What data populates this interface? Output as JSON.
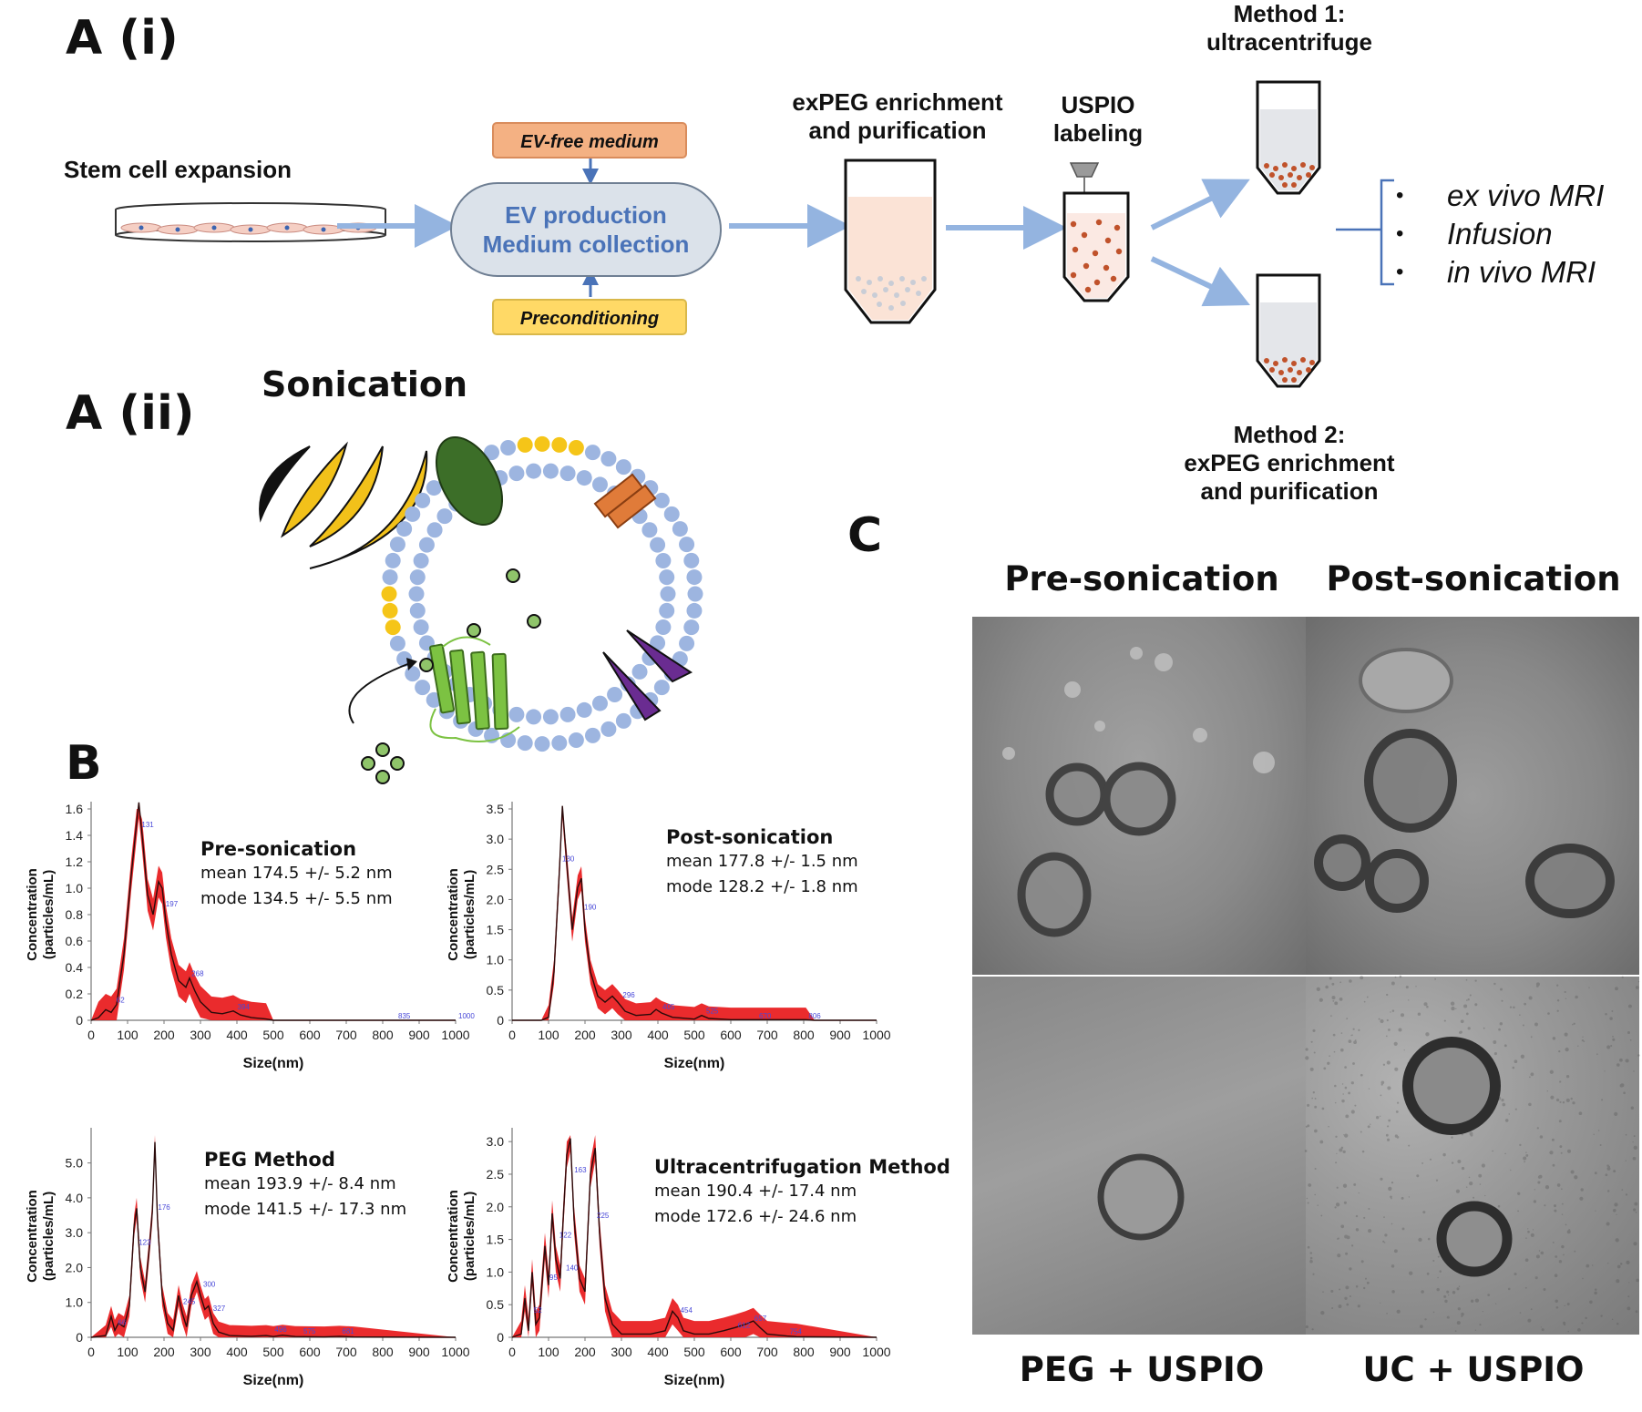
{
  "panels": {
    "a_i": "A (i)",
    "a_ii": "A (ii)",
    "b": "B",
    "c": "C"
  },
  "workflow": {
    "stem_cell": "Stem cell expansion",
    "ev_free_medium": "EV-free medium",
    "ev_production_line1": "EV production",
    "ev_production_line2": "Medium collection",
    "preconditioning": "Preconditioning",
    "expeg_line1": "exPEG enrichment",
    "expeg_line2": "and purification",
    "uspio_line1": "USPIO",
    "uspio_line2": "labeling",
    "method1_line1": "Method 1:",
    "method1_line2": "ultracentrifuge",
    "method2_line1": "Method 2:",
    "method2_line2": "exPEG enrichment",
    "method2_line3": "and purification",
    "outcomes": [
      "ex vivo MRI",
      "Infusion",
      "in vivo MRI"
    ],
    "sonication": "Sonication"
  },
  "colors": {
    "arrow": "#94b4e0",
    "ev_box_fill": "#dbe2ea",
    "ev_text": "#4a73b8",
    "ev_free_fill": "#f4b183",
    "precond_fill": "#ffd966",
    "lipid": "#9db5e0",
    "lipid_yellow": "#f5c518",
    "protein_green": "#3c6e28",
    "receptor_green": "#7cc242",
    "cargo": "#8fc46a",
    "orange": "#e07b39",
    "purple": "#6a2c91",
    "wave_yellow": "#f2c11a",
    "curve_red": "#e8191b"
  },
  "chart_data": [
    {
      "type": "area",
      "title": "Pre-sonication",
      "stats": [
        "mean 174.5 +/- 5.2 nm",
        "mode 134.5 +/- 5.5 nm"
      ],
      "xlabel": "Size(nm)",
      "ylabel": "Concentration (particles/mL)",
      "xlim": [
        0,
        1000
      ],
      "ylim": [
        0,
        1.6
      ],
      "xticks": [
        0,
        100,
        200,
        300,
        400,
        500,
        600,
        700,
        800,
        900,
        1000
      ],
      "yticks": [
        0,
        0.2,
        0.4,
        0.6,
        0.8,
        1.0,
        1.2,
        1.4,
        1.6
      ],
      "ytick_labels": [
        "0",
        "0.2",
        "0.4",
        "0.6",
        "0.8",
        "1.0",
        "1.2",
        "1.4",
        "1.6"
      ],
      "series": [
        {
          "x": [
            0,
            20,
            40,
            55,
            70,
            90,
            110,
            125,
            131,
            140,
            155,
            170,
            185,
            195,
            205,
            220,
            240,
            260,
            270,
            285,
            300,
            330,
            360,
            390,
            410,
            440,
            480,
            500,
            1000
          ],
          "y": [
            0,
            0.02,
            0.08,
            0.06,
            0.12,
            0.5,
            1.1,
            1.5,
            1.65,
            1.4,
            0.95,
            0.8,
            1.05,
            1.0,
            0.75,
            0.5,
            0.3,
            0.25,
            0.32,
            0.22,
            0.14,
            0.06,
            0.05,
            0.07,
            0.04,
            0.02,
            0.01,
            0,
            0
          ],
          "band": 0.12
        }
      ],
      "peak_labels": [
        {
          "x": 62,
          "y": 0.12,
          "text": "62"
        },
        {
          "x": 131,
          "y": 1.45,
          "text": "131"
        },
        {
          "x": 197,
          "y": 0.85,
          "text": "197"
        },
        {
          "x": 268,
          "y": 0.32,
          "text": "268"
        },
        {
          "x": 394,
          "y": 0.07,
          "text": "394"
        },
        {
          "x": 835,
          "y": 0.0,
          "text": "835"
        },
        {
          "x": 1000,
          "y": 0.0,
          "text": "1000"
        }
      ]
    },
    {
      "type": "area",
      "title": "Post-sonication",
      "stats": [
        "mean 177.8 +/- 1.5 nm",
        "mode 128.2 +/- 1.8 nm"
      ],
      "xlabel": "Size(nm)",
      "ylabel": "Concentration (particles/mL)",
      "xlim": [
        0,
        1000
      ],
      "ylim": [
        0,
        3.5
      ],
      "xticks": [
        0,
        100,
        200,
        300,
        400,
        500,
        600,
        700,
        800,
        900,
        1000
      ],
      "yticks": [
        0,
        0.5,
        1.0,
        1.5,
        2.0,
        2.5,
        3.0,
        3.5
      ],
      "ytick_labels": [
        "0",
        "0.5",
        "1.0",
        "1.5",
        "2.0",
        "2.5",
        "3.0",
        "3.5"
      ],
      "series": [
        {
          "x": [
            0,
            80,
            100,
            115,
            130,
            138,
            150,
            165,
            180,
            190,
            200,
            215,
            235,
            255,
            275,
            290,
            310,
            340,
            380,
            395,
            410,
            440,
            500,
            520,
            540,
            600,
            670,
            700,
            806,
            830,
            1000
          ],
          "y": [
            0,
            0,
            0.05,
            0.8,
            2.5,
            3.55,
            2.6,
            1.5,
            2.2,
            2.35,
            1.5,
            0.8,
            0.4,
            0.3,
            0.4,
            0.3,
            0.15,
            0.08,
            0.1,
            0.18,
            0.12,
            0.05,
            0.02,
            0.08,
            0.03,
            0.01,
            0.01,
            0.01,
            0.01,
            0,
            0
          ],
          "band": 0.2
        }
      ],
      "peak_labels": [
        {
          "x": 130,
          "y": 2.6,
          "text": "130"
        },
        {
          "x": 190,
          "y": 1.8,
          "text": "190"
        },
        {
          "x": 296,
          "y": 0.35,
          "text": "296"
        },
        {
          "x": 405,
          "y": 0.15,
          "text": "405"
        },
        {
          "x": 525,
          "y": 0.08,
          "text": "525"
        },
        {
          "x": 670,
          "y": 0.0,
          "text": "670"
        },
        {
          "x": 806,
          "y": 0.0,
          "text": "806"
        }
      ]
    },
    {
      "type": "area",
      "title": "PEG Method",
      "stats": [
        "mean 193.9 +/- 8.4 nm",
        "mode 141.5 +/- 17.3 nm"
      ],
      "xlabel": "Size(nm)",
      "ylabel": "Concentration (particles/mL)",
      "xlim": [
        0,
        1000
      ],
      "ylim": [
        0,
        5.8
      ],
      "xticks": [
        0,
        100,
        200,
        300,
        400,
        500,
        600,
        700,
        800,
        900,
        1000
      ],
      "yticks": [
        0,
        1.0,
        2.0,
        3.0,
        4.0,
        5.0
      ],
      "ytick_labels": [
        "0",
        "1.0",
        "2.0",
        "3.0",
        "4.0",
        "5.0"
      ],
      "series": [
        {
          "x": [
            0,
            40,
            55,
            65,
            75,
            90,
            105,
            118,
            125,
            135,
            148,
            160,
            168,
            175,
            182,
            195,
            210,
            225,
            240,
            250,
            262,
            275,
            290,
            300,
            312,
            322,
            335,
            350,
            380,
            440,
            480,
            500,
            525,
            560,
            640,
            681,
            720,
            1000
          ],
          "y": [
            0,
            0.05,
            0.6,
            0.2,
            0.4,
            0.3,
            0.9,
            3.2,
            3.7,
            2.0,
            1.3,
            2.6,
            3.6,
            5.6,
            3.4,
            1.2,
            0.4,
            0.2,
            1.2,
            0.7,
            0.3,
            1.2,
            1.6,
            1.2,
            0.8,
            0.9,
            0.4,
            0.15,
            0.05,
            0.03,
            0.05,
            0.02,
            0.06,
            0.02,
            0.01,
            0.03,
            0.01,
            0
          ],
          "band": 0.3
        }
      ],
      "peak_labels": [
        {
          "x": 66,
          "y": 0.3,
          "text": "66"
        },
        {
          "x": 123,
          "y": 2.6,
          "text": "123"
        },
        {
          "x": 176,
          "y": 3.6,
          "text": "176"
        },
        {
          "x": 245,
          "y": 0.9,
          "text": "245"
        },
        {
          "x": 300,
          "y": 1.4,
          "text": "300"
        },
        {
          "x": 327,
          "y": 0.7,
          "text": "327"
        },
        {
          "x": 496,
          "y": 0.1,
          "text": "496"
        },
        {
          "x": 575,
          "y": 0.05,
          "text": "575"
        },
        {
          "x": 681,
          "y": 0.05,
          "text": "681"
        }
      ]
    },
    {
      "type": "area",
      "title": "Ultracentrifugation Method",
      "stats": [
        "mean 190.4 +/- 17.4 nm",
        "mode 172.6 +/- 24.6 nm"
      ],
      "xlabel": "Size(nm)",
      "ylabel": "Concentration (particles/mL)",
      "xlim": [
        0,
        1000
      ],
      "ylim": [
        0,
        3.1
      ],
      "xticks": [
        0,
        100,
        200,
        300,
        400,
        500,
        600,
        700,
        800,
        900,
        1000
      ],
      "yticks": [
        0,
        0.5,
        1.0,
        1.5,
        2.0,
        2.5,
        3.0
      ],
      "ytick_labels": [
        "0",
        "0.5",
        "1.0",
        "1.5",
        "2.0",
        "2.5",
        "3.0"
      ],
      "series": [
        {
          "x": [
            0,
            25,
            35,
            45,
            55,
            65,
            75,
            90,
            100,
            110,
            120,
            132,
            140,
            150,
            160,
            170,
            185,
            200,
            215,
            228,
            240,
            255,
            275,
            300,
            340,
            380,
            420,
            440,
            455,
            470,
            500,
            540,
            580,
            612,
            640,
            662,
            680,
            700,
            754,
            780,
            1000
          ],
          "y": [
            0,
            0.05,
            0.6,
            0.1,
            1.0,
            0.2,
            0.3,
            1.4,
            0.8,
            1.9,
            1.2,
            0.9,
            1.8,
            2.8,
            3.05,
            1.8,
            0.9,
            0.7,
            2.5,
            2.9,
            1.6,
            0.6,
            0.2,
            0.05,
            0.05,
            0.05,
            0.1,
            0.4,
            0.3,
            0.1,
            0.05,
            0.05,
            0.1,
            0.15,
            0.2,
            0.25,
            0.15,
            0.05,
            0.02,
            0.01,
            0
          ],
          "band": 0.2
        }
      ],
      "peak_labels": [
        {
          "x": 52,
          "y": 0.35,
          "text": "52"
        },
        {
          "x": 95,
          "y": 0.85,
          "text": "95"
        },
        {
          "x": 122,
          "y": 1.5,
          "text": "122"
        },
        {
          "x": 140,
          "y": 1.0,
          "text": "140"
        },
        {
          "x": 163,
          "y": 2.5,
          "text": "163"
        },
        {
          "x": 225,
          "y": 1.8,
          "text": "225"
        },
        {
          "x": 454,
          "y": 0.35,
          "text": "454"
        },
        {
          "x": 612,
          "y": 0.12,
          "text": "612"
        },
        {
          "x": 657,
          "y": 0.22,
          "text": "657"
        },
        {
          "x": 754,
          "y": 0.02,
          "text": "754"
        }
      ]
    }
  ],
  "tem": {
    "col_pre": "Pre-sonication",
    "col_post": "Post-sonication",
    "row_peg": "PEG + USPIO",
    "row_uc": "UC + USPIO"
  }
}
